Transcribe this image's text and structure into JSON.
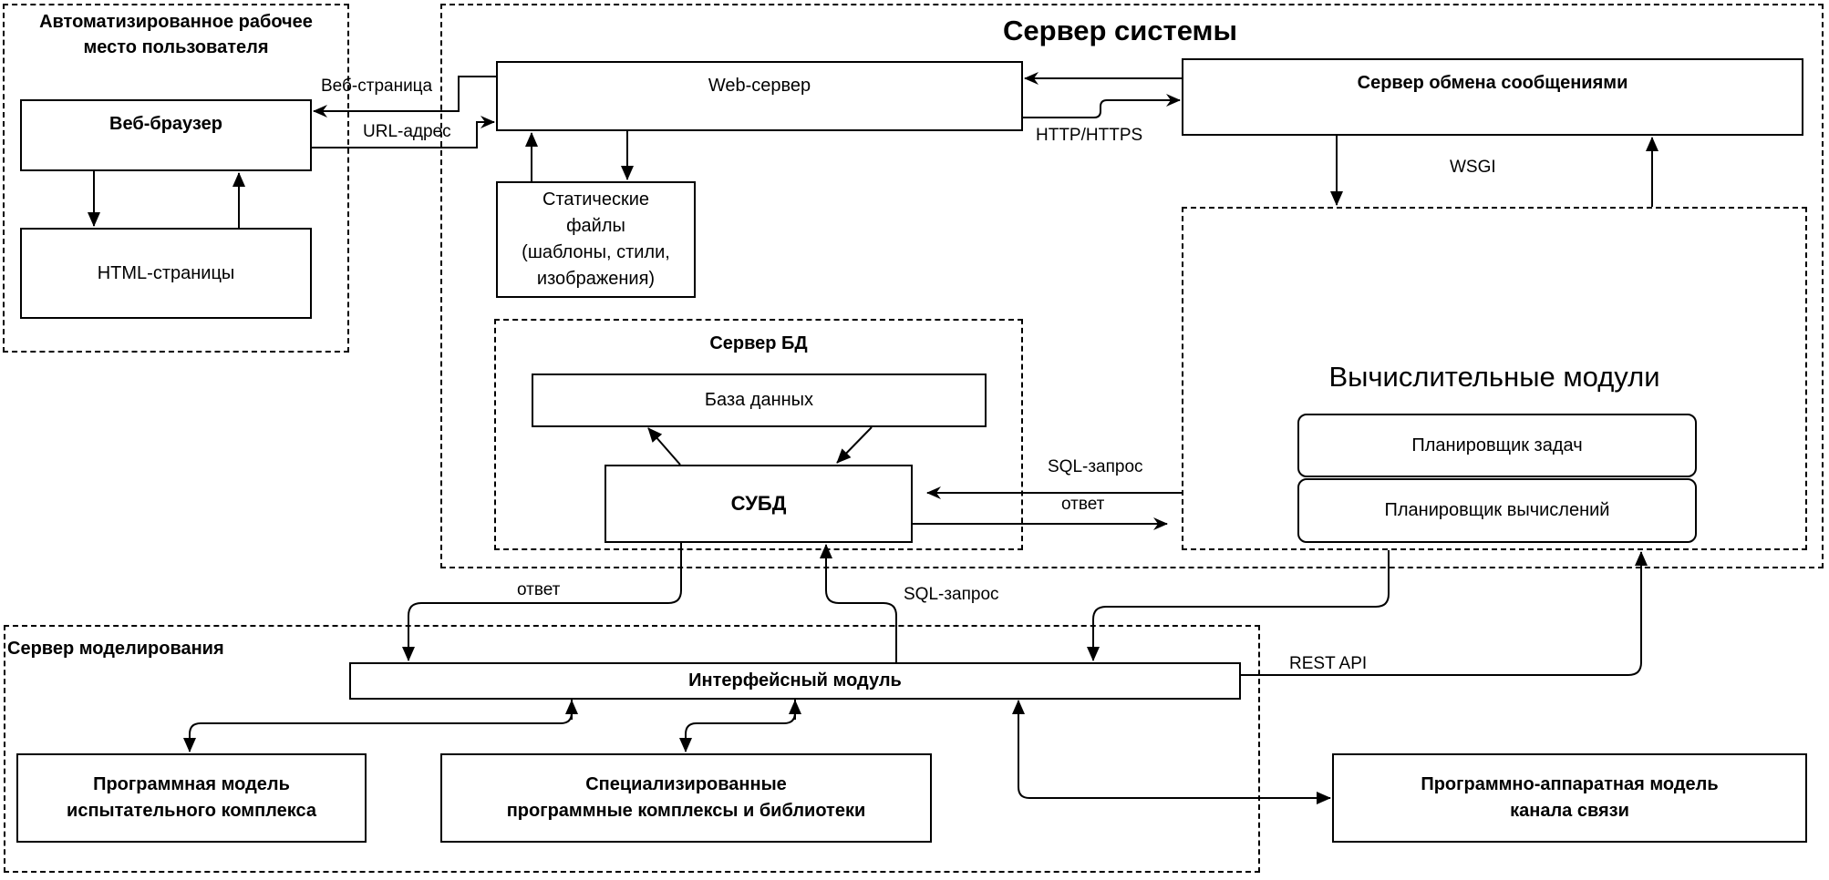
{
  "groups": {
    "workstation": {
      "title_line1": "Автоматизированное рабочее",
      "title_line2": "место пользователя"
    },
    "system_server": {
      "title": "Сервер системы"
    },
    "db_server": {
      "title": "Сервер БД"
    },
    "compute_modules": {
      "title": "Вычислительные модули"
    },
    "modeling_server": {
      "title": "Сервер моделирования"
    }
  },
  "nodes": {
    "web_browser": "Веб-браузер",
    "html_pages": "HTML-страницы",
    "web_server": "Web-сервер",
    "static_files": {
      "line1": "Статические",
      "line2": "файлы",
      "line3": "(шаблоны, стили,",
      "line4": "изображения)"
    },
    "message_server": "Сервер обмена сообщениями",
    "database": "База данных",
    "dbms": "СУБД",
    "task_scheduler": "Планировщик задач",
    "compute_scheduler": "Планировщик вычислений",
    "interface_module": "Интерфейсный модуль",
    "test_complex_model": {
      "line1": "Программная модель",
      "line2": "испытательного комплекса"
    },
    "specialized_software": {
      "line1": "Специализированные",
      "line2": "программные комплексы и библиотеки"
    },
    "channel_model": {
      "line1": "Программно-аппаратная модель",
      "line2": "канала связи"
    }
  },
  "edge_labels": {
    "web_page": "Веб-страница",
    "url": "URL-адрес",
    "http": "HTTP/HTTPS",
    "wsgi": "WSGI",
    "sql_request_top": "SQL-запрос",
    "response_top": "ответ",
    "response_bottom": "ответ",
    "sql_request_bottom": "SQL-запрос",
    "rest_api": "REST API"
  }
}
